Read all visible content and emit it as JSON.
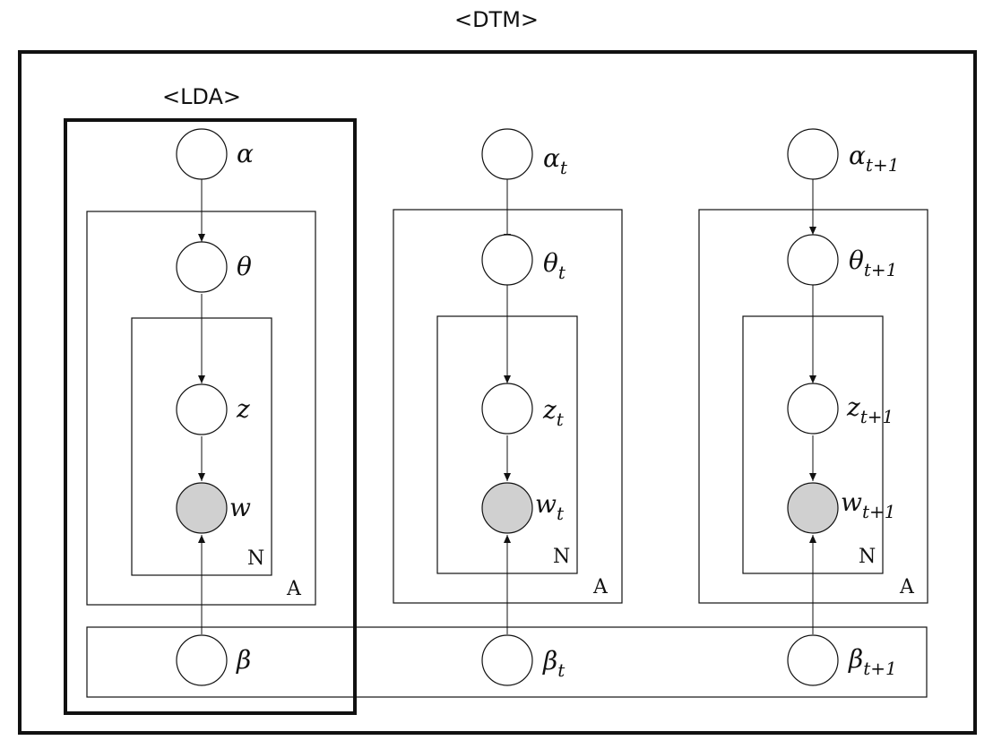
{
  "titles": {
    "outer": "<DTM>",
    "inner": "<LDA>"
  },
  "plates": {
    "document_label": "A",
    "word_label": "N"
  },
  "columns": [
    {
      "alpha": {
        "sym": "α",
        "sub": ""
      },
      "theta": {
        "sym": "θ",
        "sub": ""
      },
      "z": {
        "sym": "z",
        "sub": ""
      },
      "w": {
        "sym": "w",
        "sub": ""
      },
      "beta": {
        "sym": "β",
        "sub": ""
      }
    },
    {
      "alpha": {
        "sym": "α",
        "sub": "t"
      },
      "theta": {
        "sym": "θ",
        "sub": "t"
      },
      "z": {
        "sym": "z",
        "sub": "t"
      },
      "w": {
        "sym": "w",
        "sub": "t"
      },
      "beta": {
        "sym": "β",
        "sub": "t"
      }
    },
    {
      "alpha": {
        "sym": "α",
        "sub": "t+1"
      },
      "theta": {
        "sym": "θ",
        "sub": "t+1"
      },
      "z": {
        "sym": "z",
        "sub": "t+1"
      },
      "w": {
        "sym": "w",
        "sub": "t+1"
      },
      "beta": {
        "sym": "β",
        "sub": "t+1"
      }
    }
  ],
  "colors": {
    "observed_fill": "#d0d0d0",
    "stroke": "#111111"
  }
}
